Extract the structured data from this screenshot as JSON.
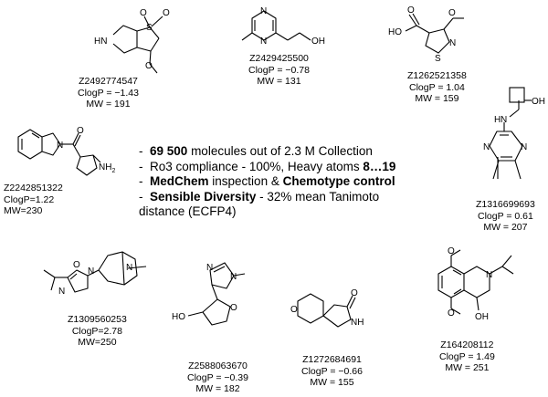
{
  "bullets": [
    {
      "dash": "-",
      "bold": "69 500",
      "text": " molecules out of 2.3 M Collection"
    },
    {
      "dash": "-",
      "pre": "Ro3 compliance - 100%, Heavy atoms ",
      "bold": "8…19"
    },
    {
      "dash": "-",
      "bold": "MedChem",
      "mid": " inspection & ",
      "bold2": "Chemotype control"
    },
    {
      "dash": "-",
      "bold": "Sensible Diversity",
      "text": " - 32% mean Tanimoto",
      "cont": "distance (ECFP4)"
    }
  ],
  "molecules": [
    {
      "id": "Z2492774547",
      "clogp": "ClogP = −1.43",
      "mw": "MW = 191"
    },
    {
      "id": "Z2429425500",
      "clogp": "ClogP = −0.78",
      "mw": "MW = 131"
    },
    {
      "id": "Z1262521358",
      "clogp": "ClogP = 1.04",
      "mw": "MW = 159"
    },
    {
      "id": "Z2242851322",
      "clogp": "ClogP=1.22",
      "mw": "MW=230"
    },
    {
      "id": "Z1316699693",
      "clogp": "ClogP = 0.61",
      "mw": "MW = 207"
    },
    {
      "id": "Z1309560253",
      "clogp": "ClogP=2.78",
      "mw": "MW=250"
    },
    {
      "id": "Z2588063670",
      "clogp": "ClogP = −0.39",
      "mw": "MW = 182"
    },
    {
      "id": "Z1272684691",
      "clogp": "ClogP = −0.66",
      "mw": "MW = 155"
    },
    {
      "id": "Z164208112",
      "clogp": "ClogP = 1.49",
      "mw": "MW = 251"
    }
  ],
  "atoms": {
    "hn": "HN",
    "nh": "NH",
    "n": "N",
    "o": "O",
    "s": "S",
    "oh": "OH",
    "ho": "HO",
    "h": "H",
    "nh2": "NH",
    "nh2_sub": "2",
    "me": "O"
  }
}
